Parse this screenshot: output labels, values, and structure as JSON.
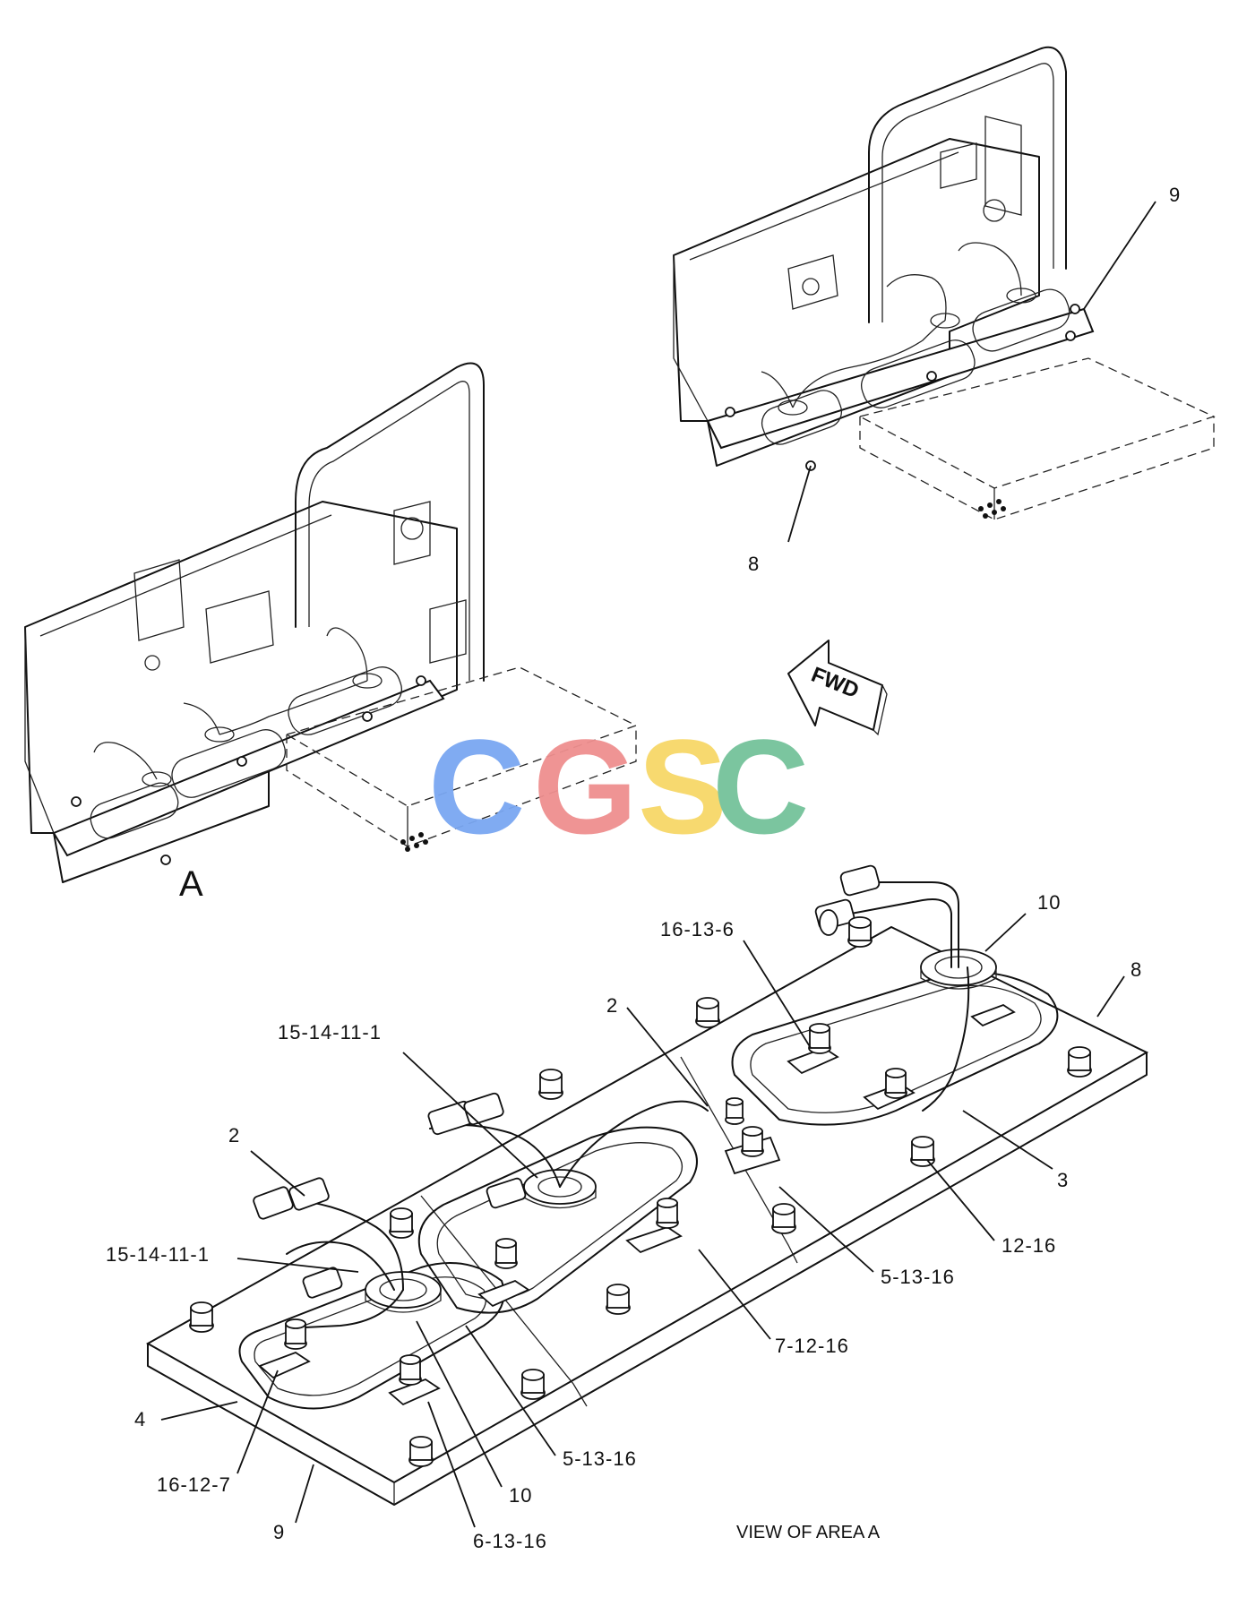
{
  "callouts": {
    "c9_top": "9",
    "c8_top": "8",
    "c10_right": "10",
    "c8_right": "8",
    "c16_13_6": "16-13-6",
    "c2_mid": "2",
    "c15_14_11_1_top": "15-14-11-1",
    "c2_left": "2",
    "c15_14_11_1_left": "15-14-11-1",
    "c3": "3",
    "c12_16": "12-16",
    "c5_13_16_upper": "5-13-16",
    "c7_12_16": "7-12-16",
    "c4": "4",
    "c16_12_7": "16-12-7",
    "c5_13_16_lower": "5-13-16",
    "c10_bottom": "10",
    "c9_bottom": "9",
    "c6_13_16": "6-13-16"
  },
  "area_label": "A",
  "direction_label": "FWD",
  "view_caption": "VIEW OF AREA A",
  "watermark": {
    "letters": [
      "C",
      "G",
      "S",
      "C"
    ],
    "colors": [
      "#7aa7f2",
      "#ef8f8f",
      "#f7d768",
      "#74c29a"
    ]
  }
}
